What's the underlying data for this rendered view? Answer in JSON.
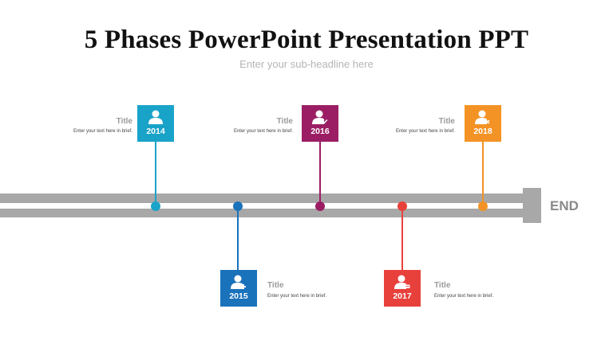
{
  "header": {
    "title": "5 Phases PowerPoint Presentation PPT",
    "subtitle": "Enter your sub-headline here"
  },
  "timeline": {
    "end_label": "END",
    "bar_color": "#a8a8a8",
    "phases": [
      {
        "year": "2014",
        "title": "Title",
        "description": "Enter your text here in brief.",
        "color": "#1aa3c9",
        "position": "top",
        "icon": "user-icon"
      },
      {
        "year": "2015",
        "title": "Title",
        "description": "Enter your text here in brief.",
        "color": "#1a72bb",
        "position": "bottom",
        "icon": "user-add-icon"
      },
      {
        "year": "2016",
        "title": "Title",
        "description": "Enter your text here in brief.",
        "color": "#9b1e64",
        "position": "top",
        "icon": "user-check-icon"
      },
      {
        "year": "2017",
        "title": "Title",
        "description": "Enter your text here in brief.",
        "color": "#e8403b",
        "position": "bottom",
        "icon": "user-card-icon"
      },
      {
        "year": "2018",
        "title": "Title",
        "description": "Enter your text here in brief.",
        "color": "#f39325",
        "position": "top",
        "icon": "user-remove-icon"
      }
    ]
  }
}
